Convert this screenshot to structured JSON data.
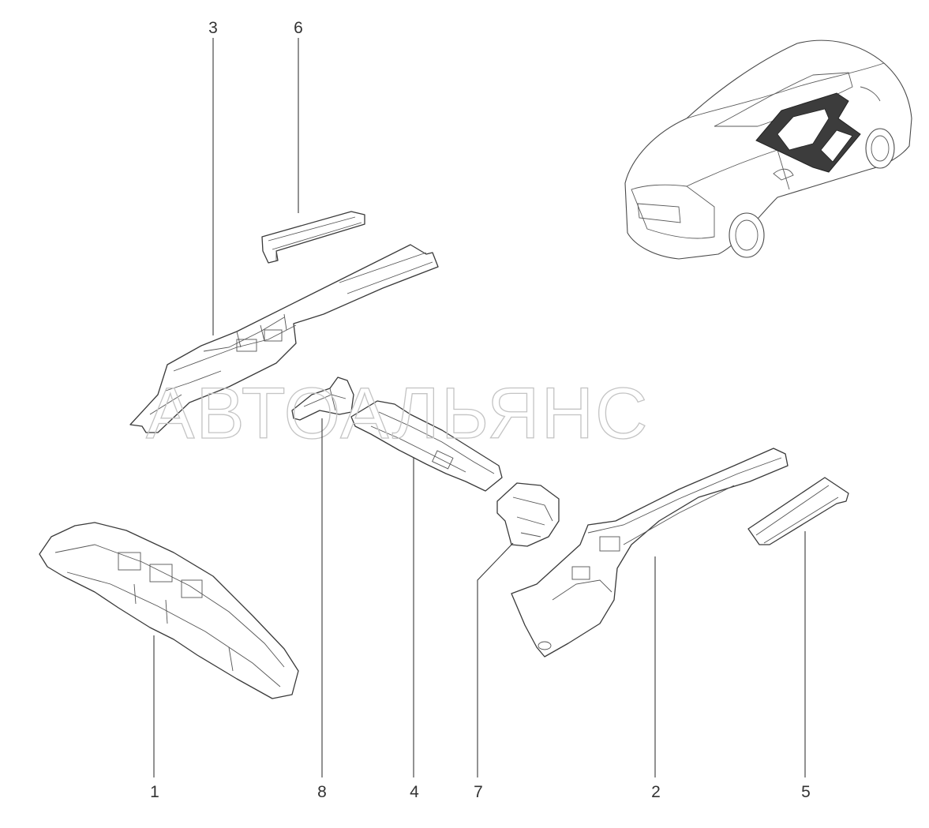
{
  "watermark": "АВТОАЛЬЯНС",
  "callouts": [
    {
      "id": "part-1",
      "label": "1"
    },
    {
      "id": "part-2",
      "label": "2"
    },
    {
      "id": "part-3",
      "label": "3"
    },
    {
      "id": "part-4",
      "label": "4"
    },
    {
      "id": "part-5",
      "label": "5"
    },
    {
      "id": "part-6",
      "label": "6"
    },
    {
      "id": "part-7",
      "label": "7"
    },
    {
      "id": "part-8",
      "label": "8"
    }
  ]
}
